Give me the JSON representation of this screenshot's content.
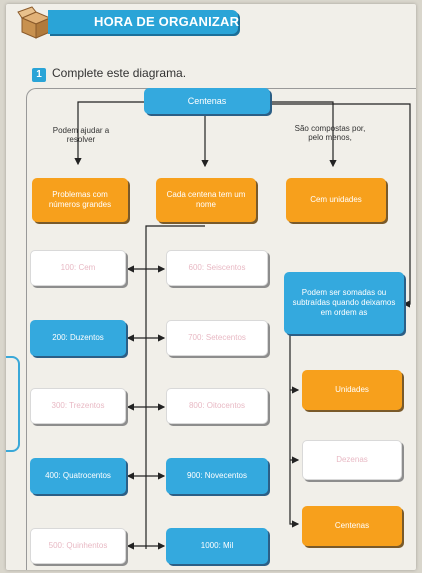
{
  "header": {
    "title": "HORA DE ORGANIZAR",
    "icon": "box-icon"
  },
  "activity": {
    "number": "1",
    "instruction": "Complete este diagrama."
  },
  "diagram": {
    "root": "Centenas",
    "left_edge_label": "Podem ajudar a resolver",
    "right_edge_label": "São compostas por, pelo menos,",
    "level2": {
      "left": "Problemas com números grandes",
      "middle": "Cada centena tem um nome",
      "right": "Cem unidades"
    },
    "names_left": [
      "100: Cem",
      "200: Duzentos",
      "300: Trezentos",
      "400: Quatrocentos",
      "500: Quinhentos"
    ],
    "names_right": [
      "600: Seiscentos",
      "700: Setecentos",
      "800: Oitocentos",
      "900: Novecentos",
      "1000: Mil"
    ],
    "operations": "Podem ser somadas ou subtraídas quando deixamos em ordem as",
    "orders": [
      "Unidades",
      "Dezenas",
      "Centenas"
    ]
  },
  "colors": {
    "blue": "#34a9de",
    "orange": "#f7a01c",
    "white_box": "#ffffff",
    "pink_text": "#e8b9c4"
  }
}
